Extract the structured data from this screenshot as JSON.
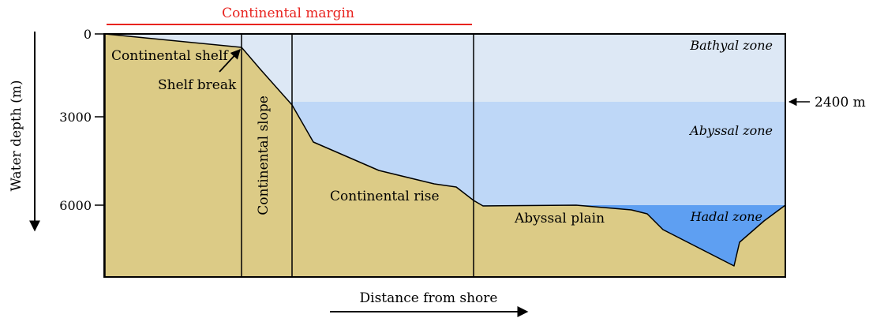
{
  "margin_label": "Continental margin",
  "y_axis_label": "Water depth (m)",
  "x_axis_label": "Distance from shore",
  "depth_ticks": [
    "0",
    "3000",
    "6000"
  ],
  "zones": {
    "bathyal": "Bathyal zone",
    "abyssal": "Abyssal zone",
    "hadal": "Hadal zone"
  },
  "marker_2400": "2400 m",
  "features": {
    "shelf": "Continental shelf",
    "shelf_break": "Shelf break",
    "slope": "Continental slope",
    "rise": "Continental rise",
    "plain": "Abyssal plain"
  },
  "colors": {
    "bathyal": "#dde8f5",
    "abyssal": "#bed7f7",
    "hadal": "#5e9ff2",
    "sediment": "#dccb86",
    "margin": "#e8231f"
  }
}
